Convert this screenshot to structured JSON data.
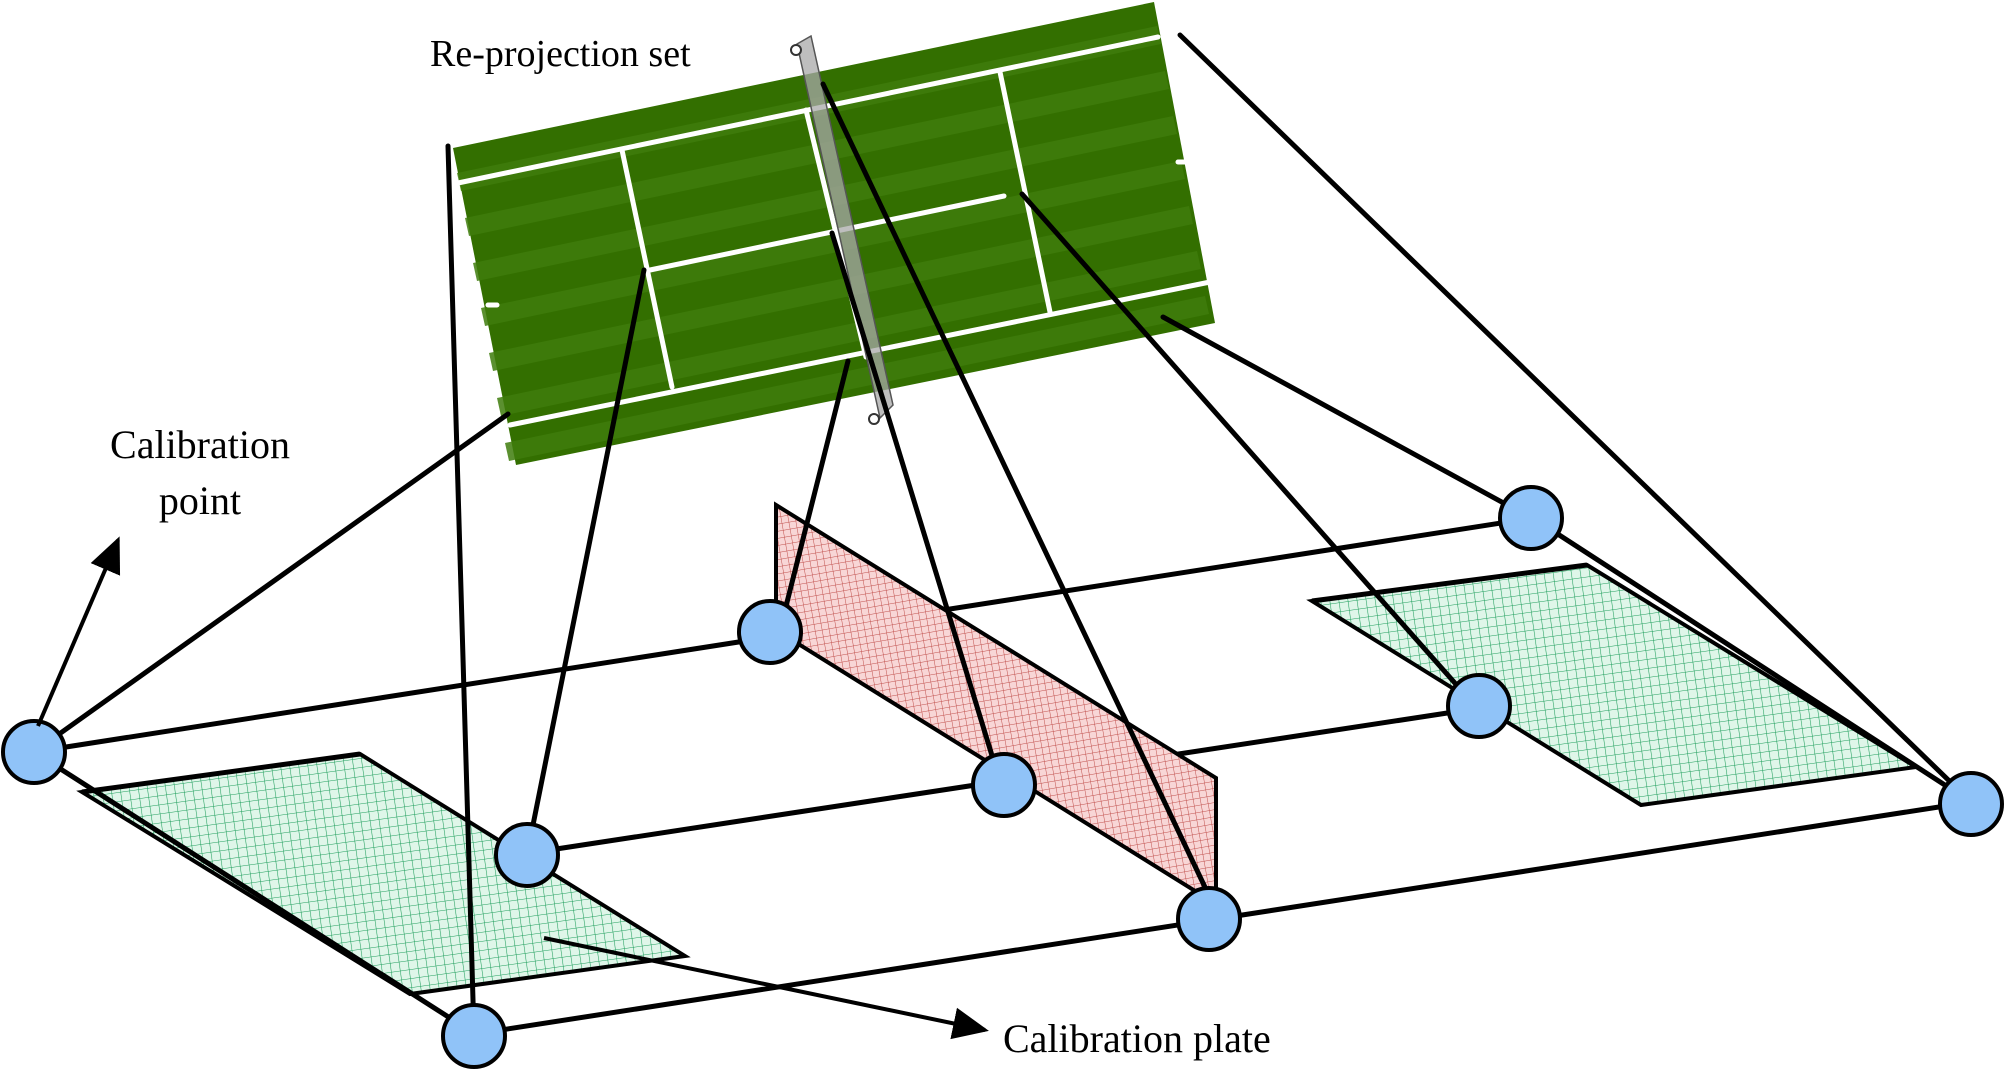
{
  "labels": {
    "reprojection_set": "Re-projection set",
    "calibration_point_line1": "Calibration",
    "calibration_point_line2": "point",
    "calibration_plate": "Calibration plate"
  },
  "colors": {
    "court_green": "#336f00",
    "court_stripe": "#3f7d0c",
    "court_line": "#ffffff",
    "calibration_point_fill": "#90c3f8",
    "calibration_plate_grid": "#1f9e5c",
    "calibration_plate_bg": "#d9f5e6",
    "net_plate_grid": "#c0504d",
    "net_plate_bg": "#f6d2d2",
    "reprojection_plane": "#a8a8a8",
    "line": "#000000"
  }
}
